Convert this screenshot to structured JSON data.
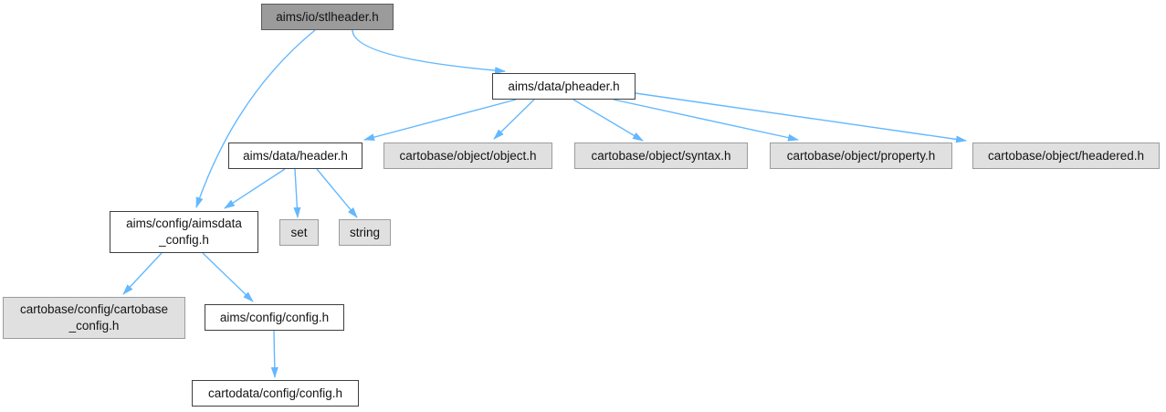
{
  "diagram": {
    "type": "include-dependency-graph",
    "background_color": "#ffffff",
    "edge_color": "#63b8ff",
    "node_styles": {
      "root": {
        "fill": "#9b9b9b",
        "border": "#5a5a5a"
      },
      "internal": {
        "fill": "#ffffff",
        "border": "#3f3f3f"
      },
      "external": {
        "fill": "#e0e0e0",
        "border": "#9c9c9c"
      }
    },
    "nodes": [
      {
        "id": "stlheader",
        "label": "aims/io/stlheader.h",
        "style": "root"
      },
      {
        "id": "pheader",
        "label": "aims/data/pheader.h",
        "style": "internal"
      },
      {
        "id": "header",
        "label": "aims/data/header.h",
        "style": "internal"
      },
      {
        "id": "object",
        "label": "cartobase/object/object.h",
        "style": "external"
      },
      {
        "id": "syntax",
        "label": "cartobase/object/syntax.h",
        "style": "external"
      },
      {
        "id": "property",
        "label": "cartobase/object/property.h",
        "style": "external"
      },
      {
        "id": "headered",
        "label": "cartobase/object/headered.h",
        "style": "external"
      },
      {
        "id": "aimsdata_config",
        "label": "aims/config/aimsdata_config.h",
        "lines": [
          "aims/config/aimsdata",
          "_config.h"
        ],
        "style": "internal"
      },
      {
        "id": "set",
        "label": "set",
        "style": "external"
      },
      {
        "id": "string",
        "label": "string",
        "style": "external"
      },
      {
        "id": "cartobase_config",
        "label": "cartobase/config/cartobase_config.h",
        "lines": [
          "cartobase/config/cartobase",
          "_config.h"
        ],
        "style": "external"
      },
      {
        "id": "aims_config",
        "label": "aims/config/config.h",
        "style": "internal"
      },
      {
        "id": "cartodata_config",
        "label": "cartodata/config/config.h",
        "style": "internal"
      }
    ],
    "edges": [
      {
        "from": "stlheader",
        "to": "pheader"
      },
      {
        "from": "stlheader",
        "to": "aimsdata_config"
      },
      {
        "from": "pheader",
        "to": "header"
      },
      {
        "from": "pheader",
        "to": "object"
      },
      {
        "from": "pheader",
        "to": "syntax"
      },
      {
        "from": "pheader",
        "to": "property"
      },
      {
        "from": "pheader",
        "to": "headered"
      },
      {
        "from": "header",
        "to": "aimsdata_config"
      },
      {
        "from": "header",
        "to": "set"
      },
      {
        "from": "header",
        "to": "string"
      },
      {
        "from": "aimsdata_config",
        "to": "cartobase_config"
      },
      {
        "from": "aimsdata_config",
        "to": "aims_config"
      },
      {
        "from": "aims_config",
        "to": "cartodata_config"
      }
    ]
  }
}
